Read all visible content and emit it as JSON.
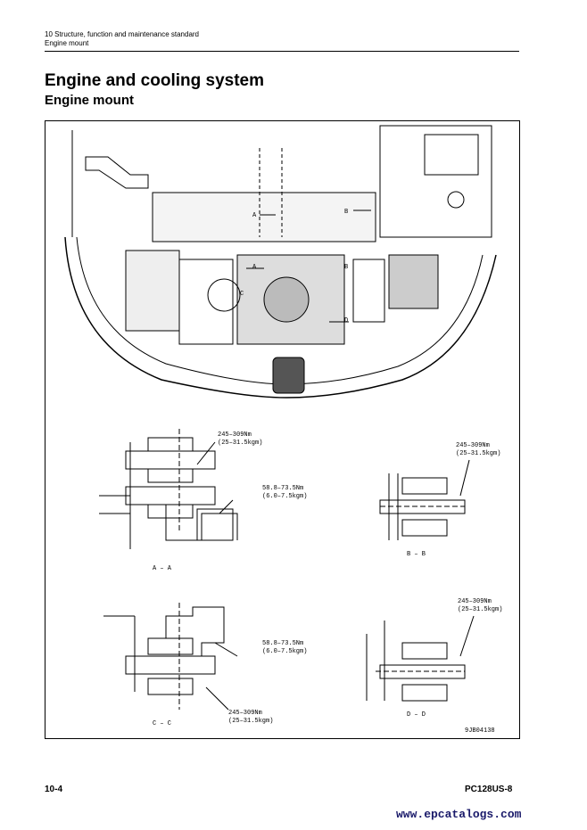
{
  "header": {
    "line1": "10 Structure, function and maintenance standard",
    "line2": "Engine mount"
  },
  "title": "Engine and cooling system",
  "subtitle": "Engine mount",
  "figure": {
    "torque_aa_top": "245–309Nm\n(25–31.5kgm)",
    "torque_aa_mid": "58.8–73.5Nm\n(6.0–7.5kgm)",
    "torque_bb": "245–309Nm\n(25–31.5kgm)",
    "torque_cc_mid": "58.8–73.5Nm\n(6.0–7.5kgm)",
    "torque_cc_bot": "245–309Nm\n(25–31.5kgm)",
    "torque_dd": "245–309Nm\n(25–31.5kgm)",
    "label_aa": "A – A",
    "label_bb": "B – B",
    "label_cc": "C – C",
    "label_dd": "D – D",
    "label_a1": "A",
    "label_a2": "A",
    "label_b1": "B",
    "label_b2": "B",
    "label_c": "C",
    "label_d": "D",
    "figure_code": "9JB04138"
  },
  "footer": {
    "page": "10-4",
    "model": "PC128US-8"
  },
  "watermark": "www.epcatalogs.com"
}
